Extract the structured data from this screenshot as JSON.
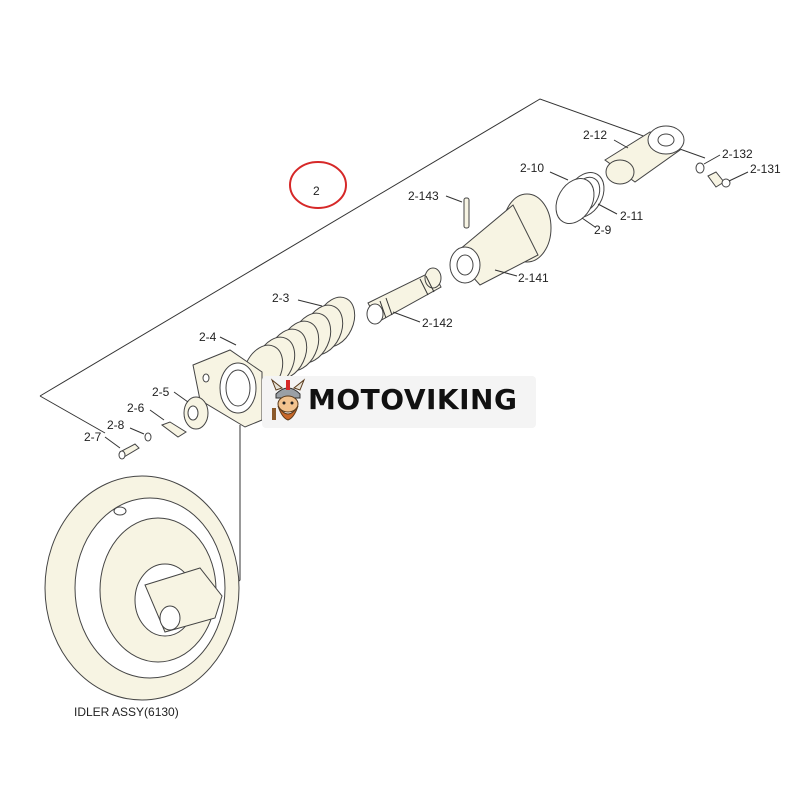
{
  "diagram": {
    "assembly_number": "2",
    "highlight_color": "#d62828",
    "idler_caption": "IDLER ASSY(6130)",
    "labels": {
      "p2_12": "2-12",
      "p2_132": "2-132",
      "p2_131": "2-131",
      "p2_10": "2-10",
      "p2_11": "2-11",
      "p2_9": "2-9",
      "p2_143": "2-143",
      "p2_141": "2-141",
      "p2_3": "2-3",
      "p2_142": "2-142",
      "p2_4": "2-4",
      "p2_5": "2-5",
      "p2_6": "2-6",
      "p2_8": "2-8",
      "p2_7": "2-7"
    }
  },
  "watermark": {
    "text": "MOTOVIKING",
    "logo": "viking-mascot-icon"
  }
}
